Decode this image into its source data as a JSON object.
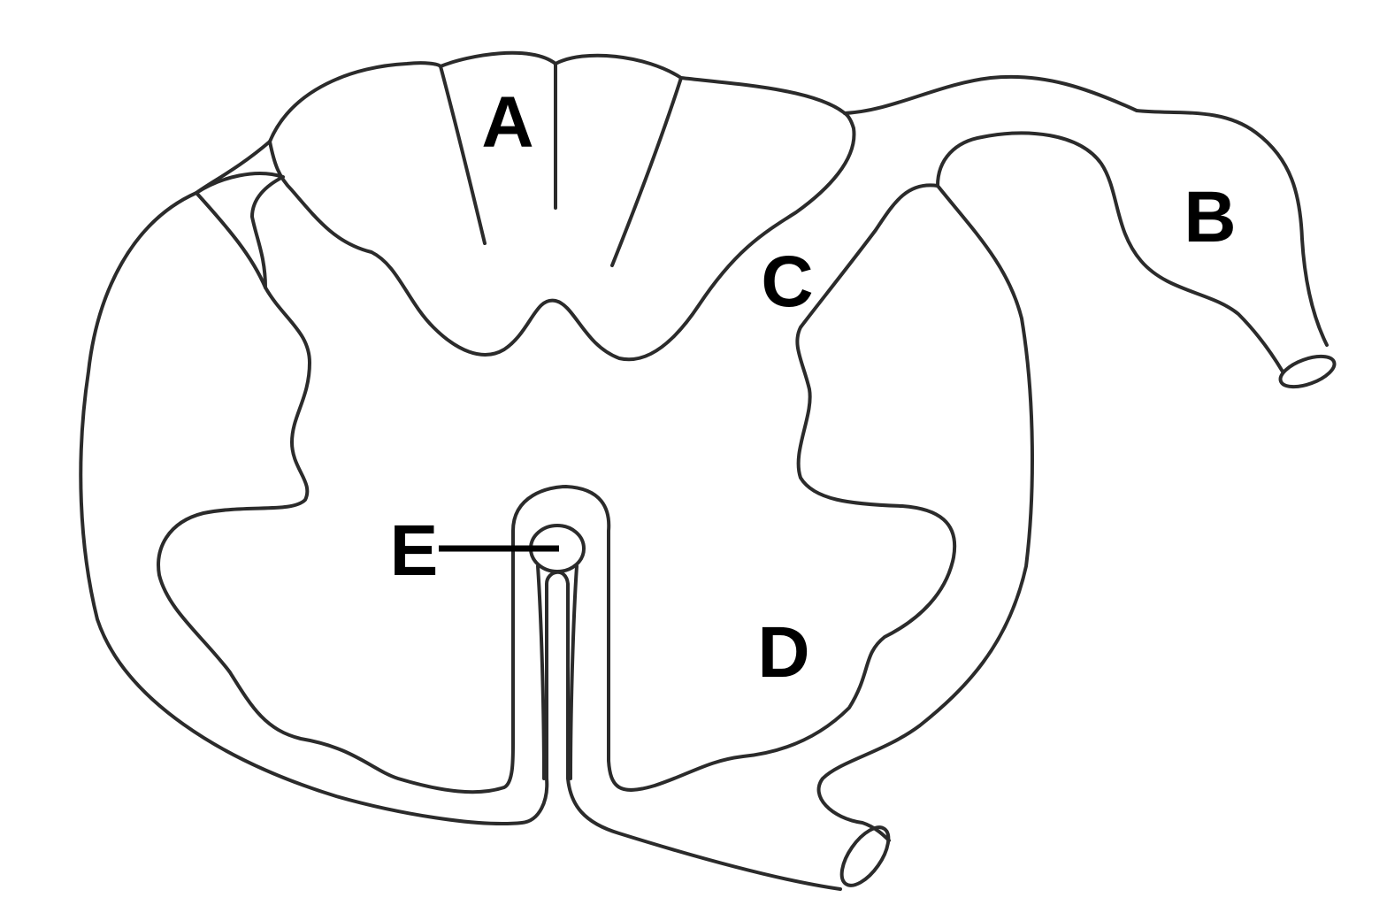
{
  "diagram": {
    "labels": {
      "a": "A",
      "b": "B",
      "c": "C",
      "d": "D",
      "e": "E"
    },
    "colors": {
      "background": "#ffffff",
      "outline": "#2b2b2b",
      "label": "#000000"
    }
  }
}
